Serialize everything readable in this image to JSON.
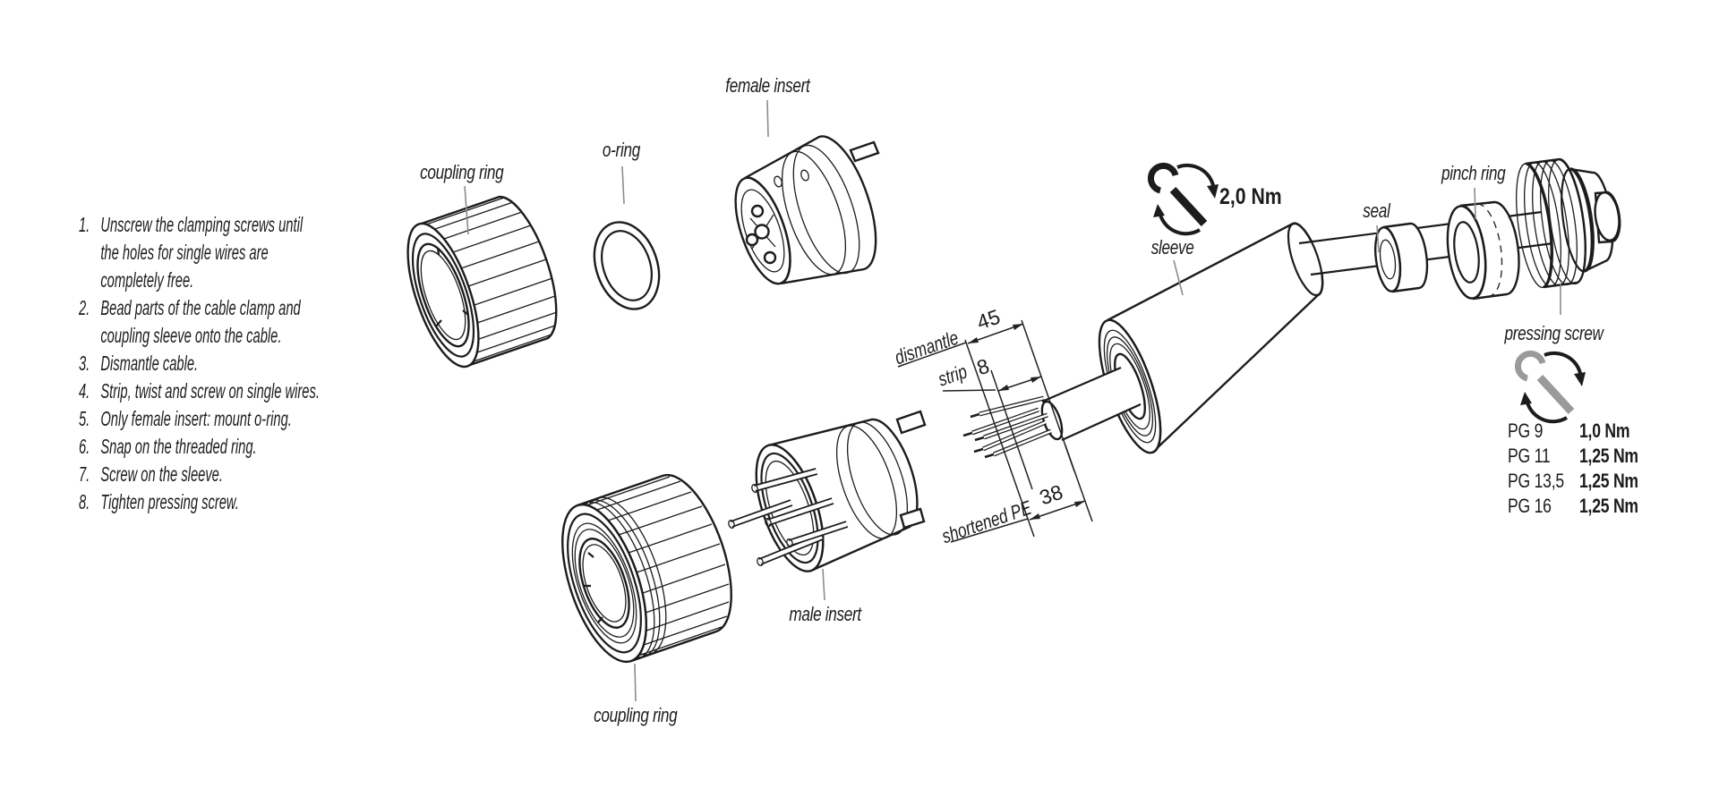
{
  "diagram": {
    "instructions": [
      {
        "num": "1.",
        "text": "Unscrew the clamping screws until\nthe holes for single wires are\ncompletely free."
      },
      {
        "num": "2.",
        "text": "Bead parts of the cable clamp and\ncoupling sleeve onto the cable."
      },
      {
        "num": "3.",
        "text": "Dismantle cable."
      },
      {
        "num": "4.",
        "text": "Strip, twist and screw on single wires."
      },
      {
        "num": "5.",
        "text": "Only female insert: mount o-ring."
      },
      {
        "num": "6.",
        "text": "Snap on the threaded ring."
      },
      {
        "num": "7.",
        "text": "Screw on the sleeve."
      },
      {
        "num": "8.",
        "text": "Tighten pressing screw."
      }
    ],
    "labels": {
      "coupling_ring_top": "coupling ring",
      "o_ring": "o-ring",
      "female_insert": "female insert",
      "male_insert": "male insert",
      "coupling_ring_bottom": "coupling ring",
      "sleeve": "sleeve",
      "seal": "seal",
      "pinch_ring": "pinch ring",
      "pressing_screw": "pressing screw"
    },
    "dims": {
      "dismantle": {
        "label": "dismantle",
        "value": "45"
      },
      "strip": {
        "label": "strip",
        "value": "8"
      },
      "shortened_pe": {
        "label": "shortened PE",
        "value": "38"
      }
    },
    "torque": {
      "sleeve_nm": "2,0 Nm",
      "pg": [
        {
          "size": "PG 9",
          "value": "1,0 Nm"
        },
        {
          "size": "PG 11",
          "value": "1,25 Nm"
        },
        {
          "size": "PG 13,5",
          "value": "1,25 Nm"
        },
        {
          "size": "PG 16",
          "value": "1,25 Nm"
        }
      ]
    },
    "icons": {
      "torque_wrench": "torque-wrench-icon"
    },
    "colors": {
      "ink": "#1c1c1c",
      "wrench_gray": "#9a9a9a",
      "leader_gray": "#8c8c8c",
      "background": "#ffffff"
    }
  }
}
